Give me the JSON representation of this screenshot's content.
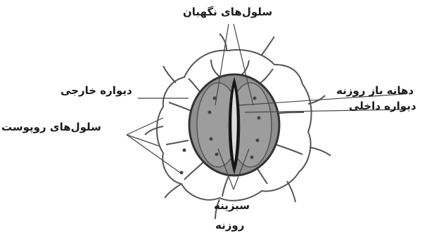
{
  "labels": {
    "guard_cells": "سلول‌های نگهبان",
    "stoma_open": "دهانه باز روزنه",
    "inner_wall": "دیواره داخلی",
    "outer_wall": "دیواره خارجی",
    "epidermal_cells": "سلول‌های روپوست",
    "chloroplast": "سبزینه",
    "stoma": "روزنه"
  },
  "colors": {
    "line": "#444444",
    "guard_fill": "#8f8f8f",
    "guard_dark": "#555555",
    "background": "#ffffff"
  }
}
